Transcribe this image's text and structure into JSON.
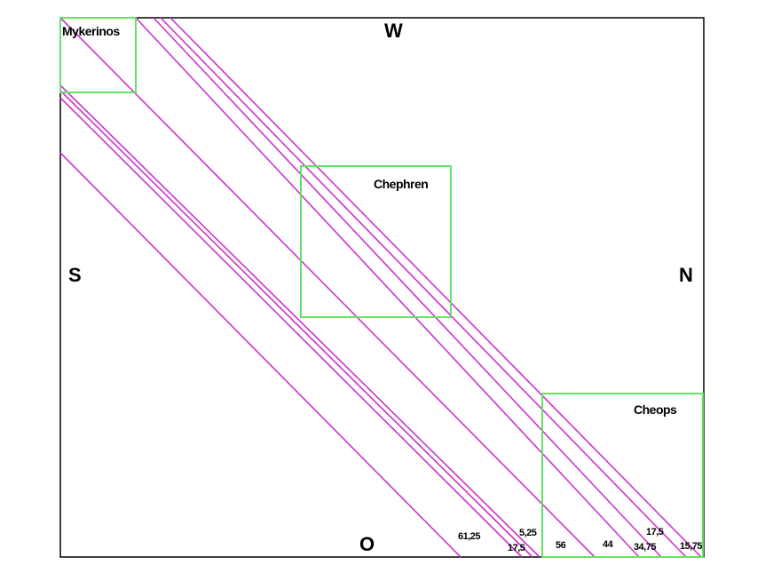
{
  "directions": {
    "west": "W",
    "south": "S",
    "north": "N",
    "east": "O"
  },
  "pyramids": [
    {
      "name": "Mykerinos"
    },
    {
      "name": "Chephren"
    },
    {
      "name": "Cheops"
    }
  ],
  "measurements": [
    "61,25",
    "5,25",
    "17,5",
    "56",
    "44",
    "17,5",
    "34,75",
    "15,75"
  ],
  "colors": {
    "frame": "#000000",
    "pyramid_outline": "#66e066",
    "sight_lines": "#cc33cc"
  }
}
